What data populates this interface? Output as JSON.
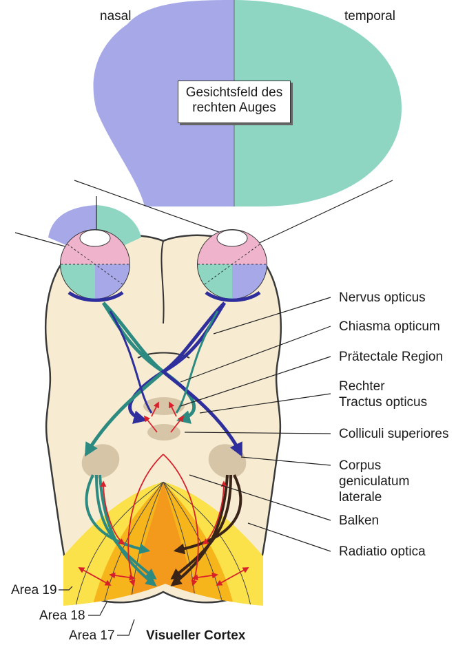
{
  "colors": {
    "nasal_field": "#a6a8e8",
    "temporal_field": "#8fd6c2",
    "pink": "#efb3cc",
    "brain": "#f7ecd2",
    "nucleus": "#d7c5a8",
    "teal_path": "#2c8a80",
    "blue_path": "#2e2f9c",
    "red_arrow": "#d8202a",
    "dark_arrow": "#3a2418",
    "cortex_area17": "#f39a1c",
    "cortex_area18": "#f7b51c",
    "cortex_area19": "#fbe14a"
  },
  "field": {
    "nasal": "nasal",
    "temporal": "temporal",
    "title": "Gesichtsfeld des rechten Auges",
    "title_line1": "Gesichtsfeld des",
    "title_line2": "rechten Auges"
  },
  "labels": {
    "nervus_opticus": "Nervus opticus",
    "chiasma_opticum": "Chiasma opticum",
    "praetectale_region": "Prätectale Region",
    "rechter": "Rechter",
    "tractus_opticus": "Tractus opticus",
    "colliculi_superiores": "Colliculi superiores",
    "corpus": "Corpus",
    "geniculatum": "geniculatum",
    "laterale": "laterale",
    "balken": "Balken",
    "radiatio_optica": "Radiatio optica",
    "area19": "Area 19",
    "area18": "Area 18",
    "area17": "Area 17",
    "visueller_cortex": "Visueller Cortex"
  }
}
